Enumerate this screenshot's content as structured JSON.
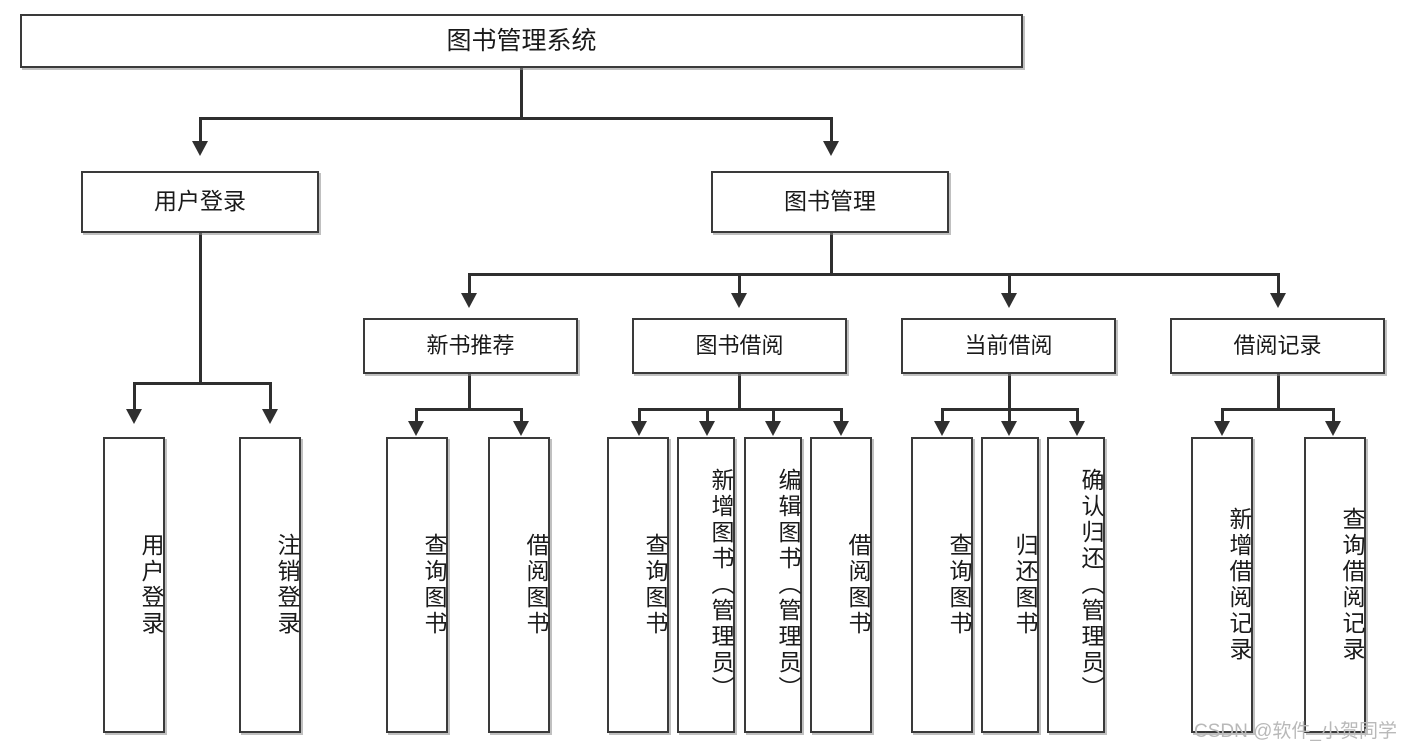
{
  "diagram": {
    "title": "图书管理系统",
    "type": "hierarchy-tree",
    "root": {
      "label": "图书管理系统"
    },
    "level1": [
      {
        "label": "用户登录"
      },
      {
        "label": "图书管理"
      }
    ],
    "level2": [
      {
        "label": "新书推荐"
      },
      {
        "label": "图书借阅"
      },
      {
        "label": "当前借阅"
      },
      {
        "label": "借阅记录"
      }
    ],
    "leaves": {
      "user_login": [
        {
          "label": "用户登录"
        },
        {
          "label": "注销登录"
        }
      ],
      "new_book_recommend": [
        {
          "label": "查询图书"
        },
        {
          "label": "借阅图书"
        }
      ],
      "book_borrow": [
        {
          "label": "查询图书"
        },
        {
          "label": "新增图书（管理员）"
        },
        {
          "label": "编辑图书（管理员）"
        },
        {
          "label": "借阅图书"
        }
      ],
      "current_borrow": [
        {
          "label": "查询图书"
        },
        {
          "label": "归还图书"
        },
        {
          "label": "确认归还（管理员）"
        }
      ],
      "borrow_record": [
        {
          "label": "新增借阅记录"
        },
        {
          "label": "查询借阅记录"
        }
      ]
    }
  },
  "watermark": {
    "text": "CSDN @软件_小贺同学"
  },
  "colors": {
    "box_border": "#3a3a3a",
    "connector": "#2f2f2f",
    "text": "#1a1a1a",
    "background": "#ffffff",
    "watermark": "#b9b9b9"
  }
}
